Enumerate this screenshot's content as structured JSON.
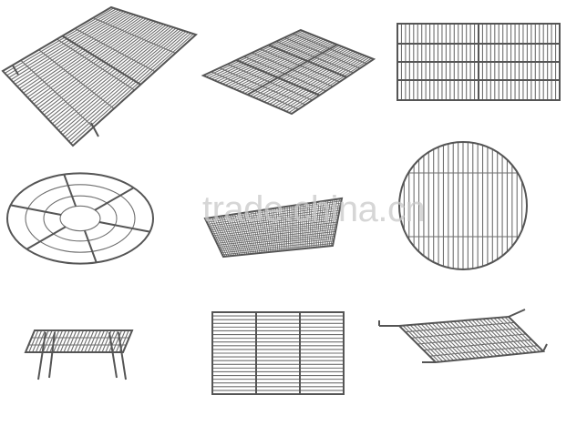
{
  "image": {
    "background": "#ffffff",
    "wire_color": "#6f6f6f",
    "watermark_text": "trade.china.cn",
    "watermark_color": "#c8c8c8"
  },
  "racks": [
    {
      "name": "large-rectangular-rack-angled"
    },
    {
      "name": "small-rectangular-rack-angled"
    },
    {
      "name": "rectangular-rack-front"
    },
    {
      "name": "round-radial-rack"
    },
    {
      "name": "fine-mesh-curved-rack"
    },
    {
      "name": "round-grid-rack"
    },
    {
      "name": "folding-leg-rack"
    },
    {
      "name": "three-section-rack-front"
    },
    {
      "name": "stepped-rack-angled"
    }
  ]
}
